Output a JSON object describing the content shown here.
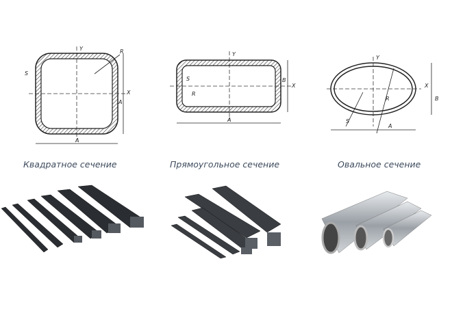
{
  "captions": {
    "square": "Квадратное сечение",
    "rectangular": "Прямоугольное сечение",
    "oval": "Овальное сечение"
  },
  "dimension_labels": {
    "y": "Y",
    "x": "X",
    "r": "R",
    "s": "S",
    "a": "A",
    "b": "B"
  },
  "colors": {
    "caption": "#3d4a5c"
  }
}
